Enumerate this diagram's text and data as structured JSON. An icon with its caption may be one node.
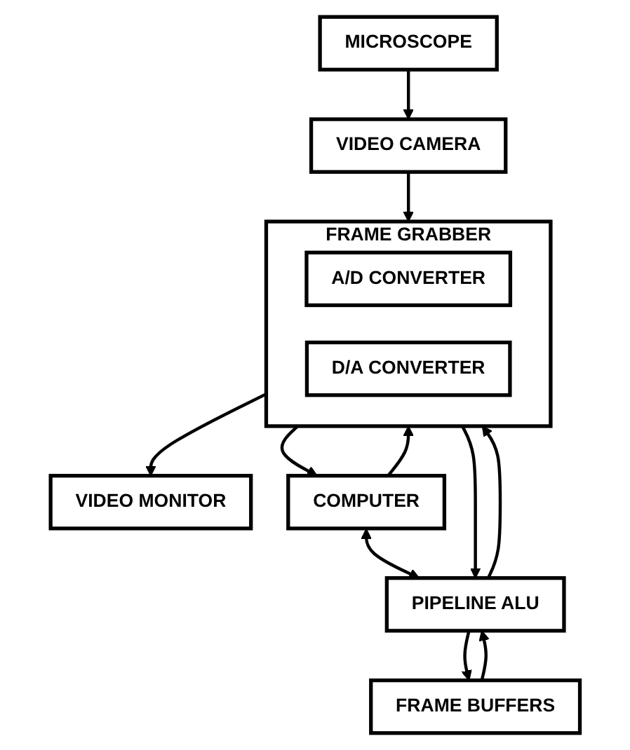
{
  "diagram": {
    "nodes": [
      {
        "text": [
          "MICROSCOPE"
        ]
      },
      {
        "text": [
          "VIDEO CAMERA"
        ]
      },
      {
        "text": [
          "VIDEO MONITOR"
        ]
      },
      {
        "text": [
          "FRAME GRABBER"
        ]
      },
      {
        "text": [
          "A/D CONVERTER"
        ],
        "in": 3
      },
      {
        "text": [
          "D/A CONVERTER"
        ],
        "in": 3
      },
      {
        "text": [
          "COMPUTER"
        ]
      },
      {
        "text": [
          "PIPELINE ALU"
        ]
      },
      {
        "text": [
          "FRAME BUFFERS"
        ]
      }
    ],
    "edges": [
      {
        "from": 0,
        "to": 1,
        "arrow": "to"
      },
      {
        "from": 1,
        "to": 3,
        "arrow": "to"
      },
      {
        "from": 3,
        "to": 2,
        "arrow": "to"
      },
      {
        "from": 3,
        "to": 6,
        "arrow": "to"
      },
      {
        "from": 6,
        "to": 3,
        "arrow": "to"
      },
      {
        "from": 6,
        "to": 7,
        "arrow": "both"
      },
      {
        "from": 3,
        "to": 7,
        "arrow": "to"
      },
      {
        "from": 7,
        "to": 3,
        "arrow": "to"
      },
      {
        "from": 7,
        "to": 8,
        "arrow": "to"
      },
      {
        "from": 8,
        "to": 7,
        "arrow": "to"
      }
    ]
  }
}
